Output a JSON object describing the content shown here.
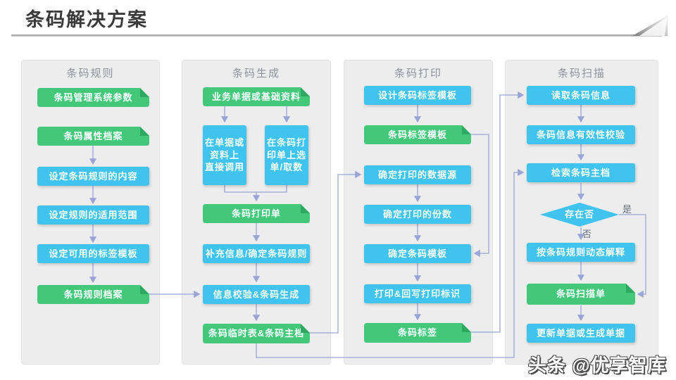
{
  "title": "条码解决方案",
  "watermark": "头条 @优享智库",
  "colors": {
    "green_box": "#43c87a",
    "green_fold": "#2ea963",
    "blue_box": "#40c3ee",
    "connector": "#9aa5d5",
    "panel_bg": "#ededee",
    "header_text": "#8d929c",
    "title_text": "#3a3a3a"
  },
  "decision": {
    "yes": "是",
    "no": "否"
  },
  "columns": [
    {
      "header": "条码规则",
      "nodes": [
        {
          "label": "条码管理系统参数",
          "type": "green"
        },
        {
          "label": "条码属性档案",
          "type": "green"
        },
        {
          "label": "设定条码规则的内容",
          "type": "blue"
        },
        {
          "label": "设定规则的适用范围",
          "type": "blue"
        },
        {
          "label": "设定可用的标签模板",
          "type": "blue"
        },
        {
          "label": "条码规则档案",
          "type": "green"
        }
      ]
    },
    {
      "header": "条码生成",
      "nodes": [
        {
          "label": "业务单据或基础资料",
          "type": "green"
        },
        {
          "label": "在单据或\n资料上\n直接调用",
          "type": "blue"
        },
        {
          "label": "在条码打\n印单上选\n单/取数",
          "type": "blue"
        },
        {
          "label": "条码打印单",
          "type": "green"
        },
        {
          "label": "补充信息/确定条码规则",
          "type": "blue"
        },
        {
          "label": "信息校验&条码生成",
          "type": "blue"
        },
        {
          "label": "条码临时表&条码主档",
          "type": "green"
        }
      ]
    },
    {
      "header": "条码打印",
      "nodes": [
        {
          "label": "设计条码标签模板",
          "type": "blue"
        },
        {
          "label": "条码标签模板",
          "type": "green"
        },
        {
          "label": "确定打印的数据源",
          "type": "blue"
        },
        {
          "label": "确定打印的份数",
          "type": "blue"
        },
        {
          "label": "确定条码模板",
          "type": "blue"
        },
        {
          "label": "打印&回写打印标识",
          "type": "blue"
        },
        {
          "label": "条码标签",
          "type": "green"
        }
      ]
    },
    {
      "header": "条码扫描",
      "nodes": [
        {
          "label": "读取条码信息",
          "type": "blue"
        },
        {
          "label": "条码信息有效性校验",
          "type": "blue"
        },
        {
          "label": "检索条码主档",
          "type": "blue"
        },
        {
          "label": "存在否",
          "type": "diamond"
        },
        {
          "label": "按条码规则动态解释",
          "type": "blue"
        },
        {
          "label": "条码扫描单",
          "type": "green"
        },
        {
          "label": "更新单据或生成单据",
          "type": "blue"
        }
      ]
    }
  ]
}
